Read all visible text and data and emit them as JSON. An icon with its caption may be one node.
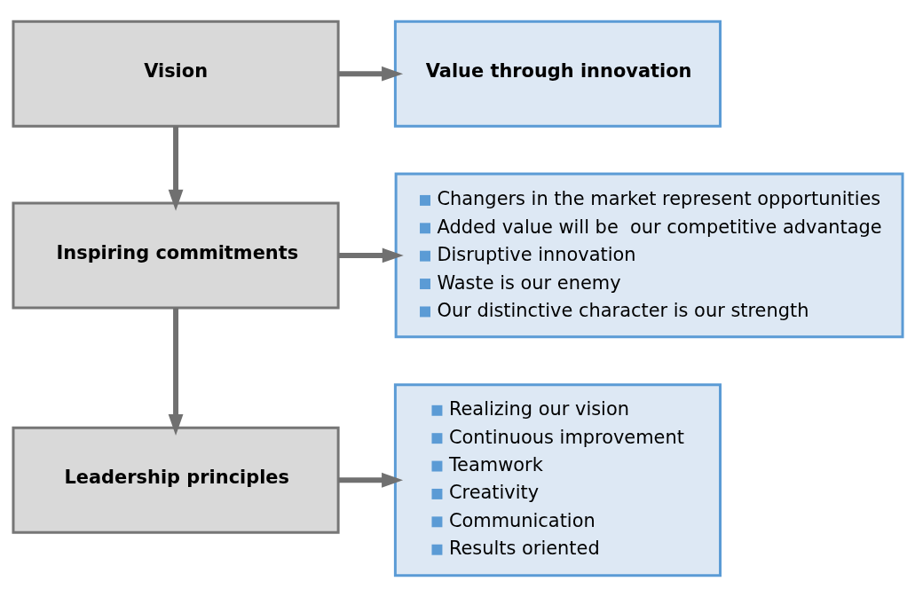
{
  "diagram": {
    "nodes": [
      {
        "text": [
          "Vision"
        ]
      },
      {
        "text": [
          "Value through innovation"
        ]
      },
      {
        "text": [
          "Inspiring commitments"
        ]
      },
      {
        "text": [
          "Changers in the market represent opportunities",
          "Added value will be  our competitive advantage",
          "Disruptive innovation",
          "Waste is our enemy",
          "Our distinctive character is our strength"
        ]
      },
      {
        "text": [
          "Leadership principles"
        ]
      },
      {
        "text": [
          "Realizing our vision",
          "Continuous improvement",
          "Teamwork",
          "Creativity",
          "Communication",
          "Results oriented"
        ]
      }
    ],
    "edges": [
      {
        "from": 0,
        "to": 1,
        "arrow": "to"
      },
      {
        "from": 0,
        "to": 2,
        "arrow": "to"
      },
      {
        "from": 2,
        "to": 3,
        "arrow": "to"
      },
      {
        "from": 2,
        "to": 4,
        "arrow": "to"
      },
      {
        "from": 4,
        "to": 5,
        "arrow": "to"
      }
    ]
  }
}
